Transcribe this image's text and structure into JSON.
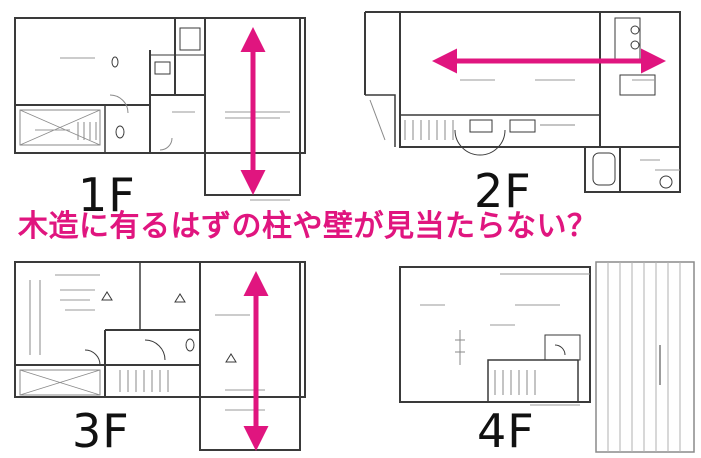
{
  "headline": "木造に有るはずの柱や壁が見当たらない？",
  "floors": [
    {
      "label": "1F"
    },
    {
      "label": "2F"
    },
    {
      "label": "3F"
    },
    {
      "label": "4F"
    }
  ],
  "colors": {
    "accent": "#e0157f",
    "wall": "#3a3a3a",
    "line": "#8a8a8a"
  },
  "icons": [
    "double-arrow-icon",
    "stairs-icon",
    "toilet-icon",
    "bathtub-icon",
    "kitchen-icon"
  ]
}
